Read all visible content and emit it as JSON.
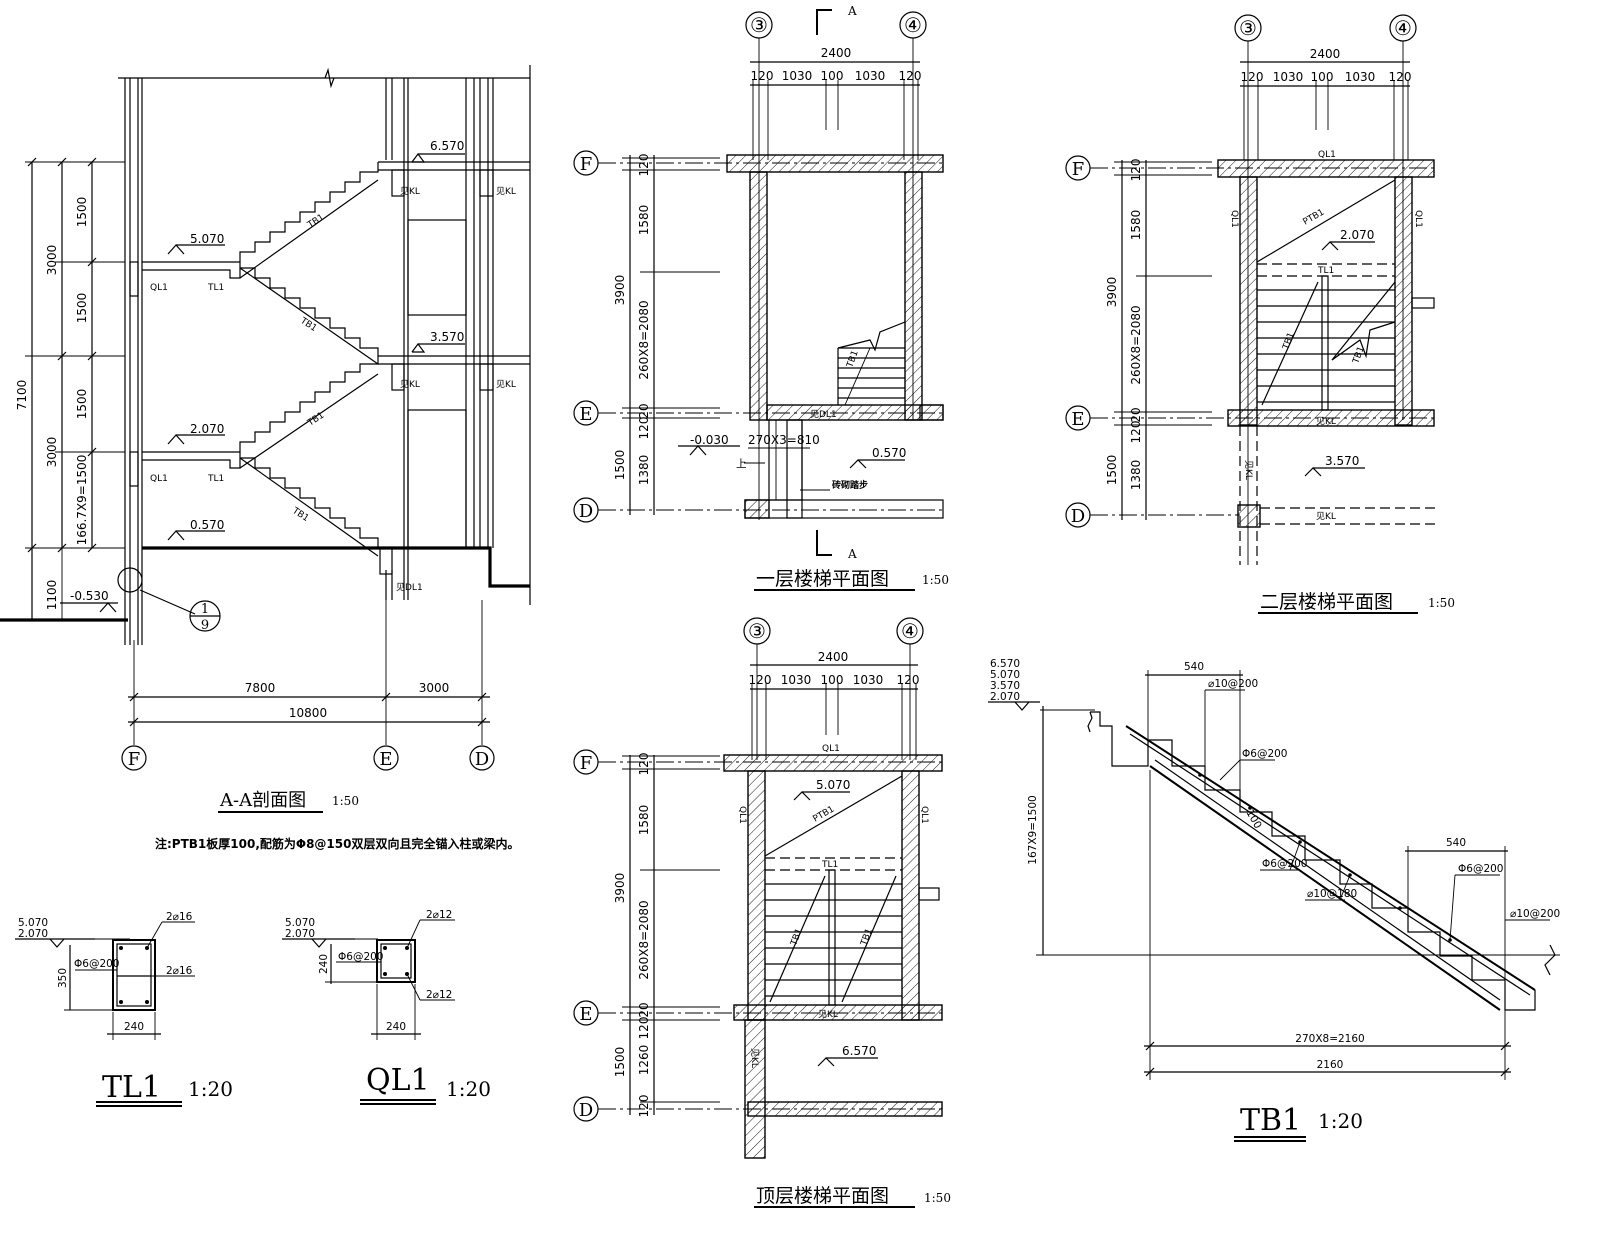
{
  "axes": {
    "a3": "③",
    "a4": "④",
    "F": "F",
    "E": "E",
    "D": "D"
  },
  "section": {
    "title": "A-A剖面图",
    "scale": "1:50",
    "elev": [
      "6.570",
      "5.070",
      "3.570",
      "2.070",
      "0.570",
      "-0.530"
    ],
    "dims_left": [
      "7100",
      "3000",
      "3000",
      "1100",
      "1500",
      "1500",
      "1500",
      "166.7X9=1500"
    ],
    "dims_bottom": [
      "7800",
      "3000",
      "10800"
    ],
    "labels": {
      "tb1": "TB1",
      "tl1": "TL1",
      "ql1": "QL1",
      "kl": "见KL",
      "dl1": "见DL1"
    },
    "detail_ref": [
      "1",
      "9"
    ],
    "note": "注:PTB1板厚100,配筋为Φ8@150双层双向且完全锚入柱或梁内。"
  },
  "plan1": {
    "title": "一层楼梯平面图",
    "scale": "1:50",
    "dims_top": [
      "2400",
      "120",
      "1030",
      "100",
      "1030",
      "120"
    ],
    "dims_left": [
      "3900",
      "120",
      "1580",
      "260X8=2080",
      "120",
      "20",
      "1500",
      "1380"
    ],
    "elev": [
      "-0.030",
      "0.570"
    ],
    "labels": {
      "cut": "A",
      "step": "270X3=810",
      "up": "上",
      "brick": "砖砌踏步",
      "dl": "见DL1",
      "tb1": "TB1"
    }
  },
  "plan2": {
    "title": "二层楼梯平面图",
    "scale": "1:50",
    "dims_top": [
      "2400",
      "120",
      "1030",
      "100",
      "1030",
      "120"
    ],
    "dims_left": [
      "3900",
      "120",
      "1580",
      "260X8=2080",
      "120",
      "20",
      "1500",
      "1380"
    ],
    "elev": [
      "2.070",
      "3.570"
    ],
    "labels": {
      "ql1": "QL1",
      "ptb1": "PTB1",
      "tl1": "TL1",
      "tb1": "TB1",
      "kl": "见KL"
    }
  },
  "plan3": {
    "title": "顶层楼梯平面图",
    "scale": "1:50",
    "dims_top": [
      "2400",
      "120",
      "1030",
      "100",
      "1030",
      "120"
    ],
    "dims_left": [
      "3900",
      "120",
      "1580",
      "260X8=2080",
      "120",
      "20",
      "1500",
      "1260",
      "120"
    ],
    "elev": [
      "5.070",
      "6.570"
    ],
    "labels": {
      "ql1": "QL1",
      "ptb1": "PTB1",
      "tl1": "TL1",
      "tb1": "TB1",
      "kl": "见KL"
    }
  },
  "tl1": {
    "title": "TL1",
    "scale": "1:20",
    "elev": [
      "5.070",
      "2.070"
    ],
    "bars": [
      "2⌀16",
      "2⌀16",
      "Φ6@200"
    ],
    "dims": [
      "350",
      "240"
    ]
  },
  "ql1": {
    "title": "QL1",
    "scale": "1:20",
    "elev": [
      "5.070",
      "2.070"
    ],
    "bars": [
      "2⌀12",
      "2⌀12",
      "Φ6@200"
    ],
    "dims": [
      "240",
      "240"
    ]
  },
  "tb1": {
    "title": "TB1",
    "scale": "1:20",
    "elev": [
      "6.570",
      "5.070",
      "3.570",
      "2.070"
    ],
    "dims": [
      "540",
      "540",
      "167X9=1500",
      "270X8=2160",
      "2160",
      "100"
    ],
    "bars": [
      "⌀10@200",
      "Φ6@200",
      "Φ6@200",
      "⌀10@180",
      "Φ6@200",
      "⌀10@200"
    ]
  }
}
